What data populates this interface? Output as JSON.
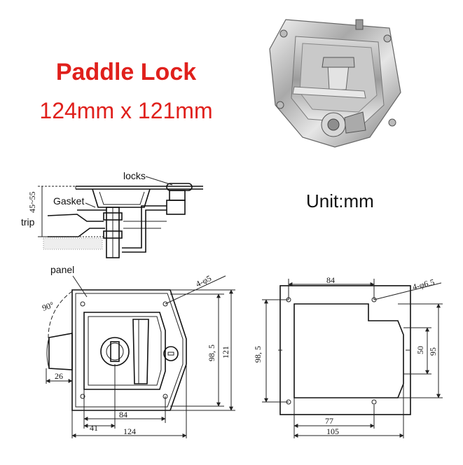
{
  "title": {
    "line1": "Paddle Lock",
    "line2": "124mm x 121mm"
  },
  "unit_label": "Unit:mm",
  "side_view": {
    "label_locks": "locks",
    "label_gasket": "Gasket",
    "label_trip": "trip",
    "dim_thickness": "45~55"
  },
  "front_view": {
    "label_panel": "panel",
    "angle": "90°",
    "holes": "4-φ5",
    "dim_26": "26",
    "dim_41": "41",
    "dim_84": "84",
    "dim_124": "124",
    "dim_985": "98, 5",
    "dim_121": "121"
  },
  "cutout_view": {
    "dim_84": "84",
    "holes": "4-φ6.5",
    "dim_985": "98, 5",
    "dim_50": "50",
    "dim_95": "95",
    "dim_77": "77",
    "dim_105": "105"
  },
  "colors": {
    "title": "#e0201c",
    "line": "#222222"
  }
}
